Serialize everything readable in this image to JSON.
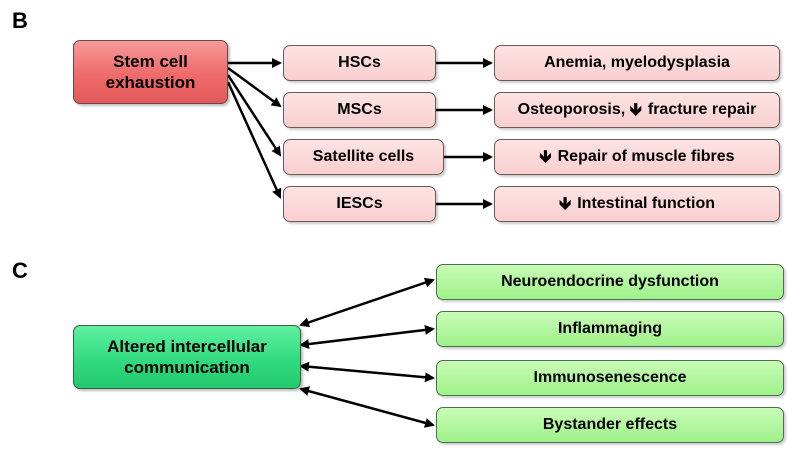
{
  "panel_b": {
    "label": "B",
    "source": {
      "line1": "Stem cell",
      "line2": "exhaustion"
    },
    "middle": [
      {
        "label": "HSCs"
      },
      {
        "label": "MSCs"
      },
      {
        "label": "Satellite cells"
      },
      {
        "label": "IESCs"
      }
    ],
    "outcomes": [
      {
        "arrow": "",
        "text": "Anemia, myelodysplasia"
      },
      {
        "arrow": "",
        "text": "Osteoporosis, ",
        "arrow_after": "🡻",
        "text_after": "fracture repair"
      },
      {
        "arrow": "🡻",
        "text": "Repair of muscle fibres"
      },
      {
        "arrow": "🡻",
        "text": "Intestinal function"
      }
    ]
  },
  "panel_c": {
    "label": "C",
    "source": {
      "line1": "Altered intercellular",
      "line2": "communication"
    },
    "targets": [
      {
        "label": "Neuroendocrine dysfunction"
      },
      {
        "label": "Inflammaging"
      },
      {
        "label": "Immunosenescence"
      },
      {
        "label": "Bystander effects"
      }
    ]
  },
  "colors": {
    "panel_b_main": "#ef6a6a",
    "panel_b_box": "#f9cfcf",
    "panel_c_main": "#2fd97d",
    "panel_c_box": "#9ef28a"
  }
}
